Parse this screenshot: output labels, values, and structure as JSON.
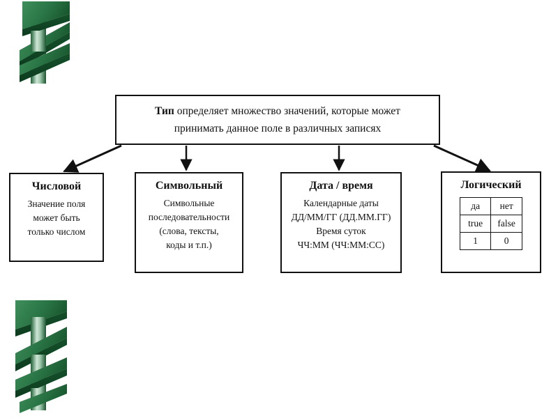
{
  "page": {
    "background_color": "#ffffff",
    "line_color": "#111111",
    "accent_color": "#1f6b3b"
  },
  "decor": {
    "helix_top": "green-helix-icon",
    "helix_bottom": "green-helix-icon",
    "ribbon_light": "#3d8a58",
    "ribbon_mid": "#27703f",
    "ribbon_dark": "#14512a",
    "core_light": "#cfe6d6"
  },
  "diagram": {
    "type": "tree",
    "root": {
      "line1_bold": "Тип",
      "line1_rest": " определяет множество значений, которые может",
      "line2": "принимать данное поле в различных записях"
    },
    "children": [
      {
        "id": "numeric",
        "title": "Числовой",
        "body": [
          "Значение поля",
          "может быть",
          "только числом"
        ],
        "connector": "diagonal-left-arrow"
      },
      {
        "id": "character",
        "title": "Символьный",
        "body": [
          "Символьные",
          "последовательности",
          "(слова, тексты,",
          "коды и т.п.)"
        ],
        "connector": "vertical-arrow"
      },
      {
        "id": "datetime",
        "title": "Дата / время",
        "body": [
          "Календарные даты",
          "ДД/ММ/ГГ (ДД.ММ.ГГ)",
          "Время суток",
          "ЧЧ:ММ (ЧЧ:ММ:СС)"
        ],
        "connector": "vertical-arrow"
      },
      {
        "id": "logical",
        "title": "Логический",
        "body": [],
        "connector": "diagonal-right-arrow",
        "table": {
          "rows": [
            [
              "да",
              "нет"
            ],
            [
              "true",
              "false"
            ],
            [
              "1",
              "0"
            ]
          ]
        }
      }
    ]
  }
}
